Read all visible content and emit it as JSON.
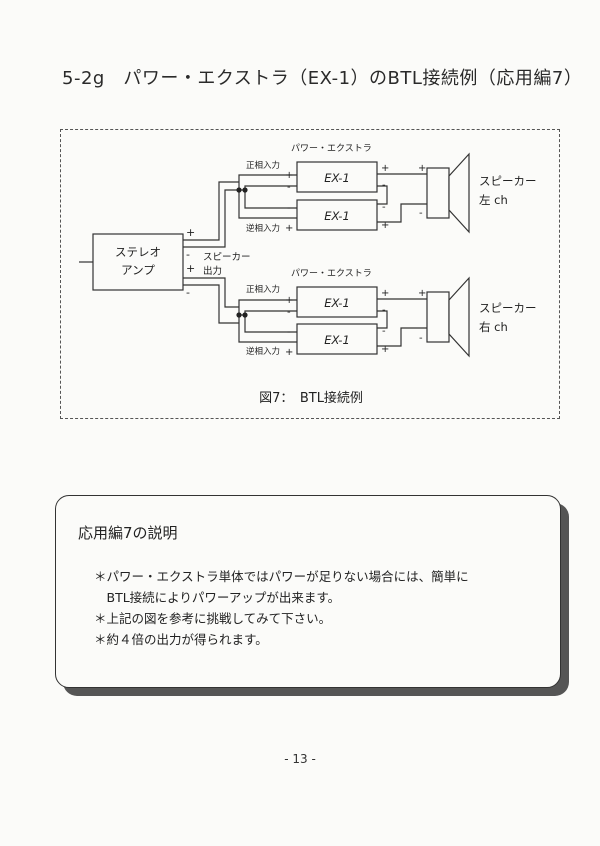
{
  "heading": "5-2g　パワー・エクストラ（EX-1）のBTL接続例（応用編7）",
  "figure": {
    "caption": "図7：　BTL接続例",
    "amp_line1": "ステレオ",
    "amp_line2": "アンプ",
    "speaker_out_line1": "スピーカー",
    "speaker_out_line2": "出力",
    "group_label": "パワー・エクストラ",
    "unit_label": "EX-1",
    "pos_input_label": "正相入力",
    "neg_input_label": "逆相入力",
    "speaker_label": "スピーカー",
    "left_ch": "左 ch",
    "right_ch": "右 ch",
    "plus": "+",
    "minus": "-"
  },
  "note": {
    "title": "応用編7の説明",
    "lines": [
      "＊パワー・エクストラ単体ではパワーが足りない場合には、簡単に",
      "　BTL接続によりパワーアップが出来ます。",
      "＊上記の図を参考に挑戦してみて下さい。",
      "＊約４倍の出力が得られます。"
    ]
  },
  "page_number": "- 13 -"
}
